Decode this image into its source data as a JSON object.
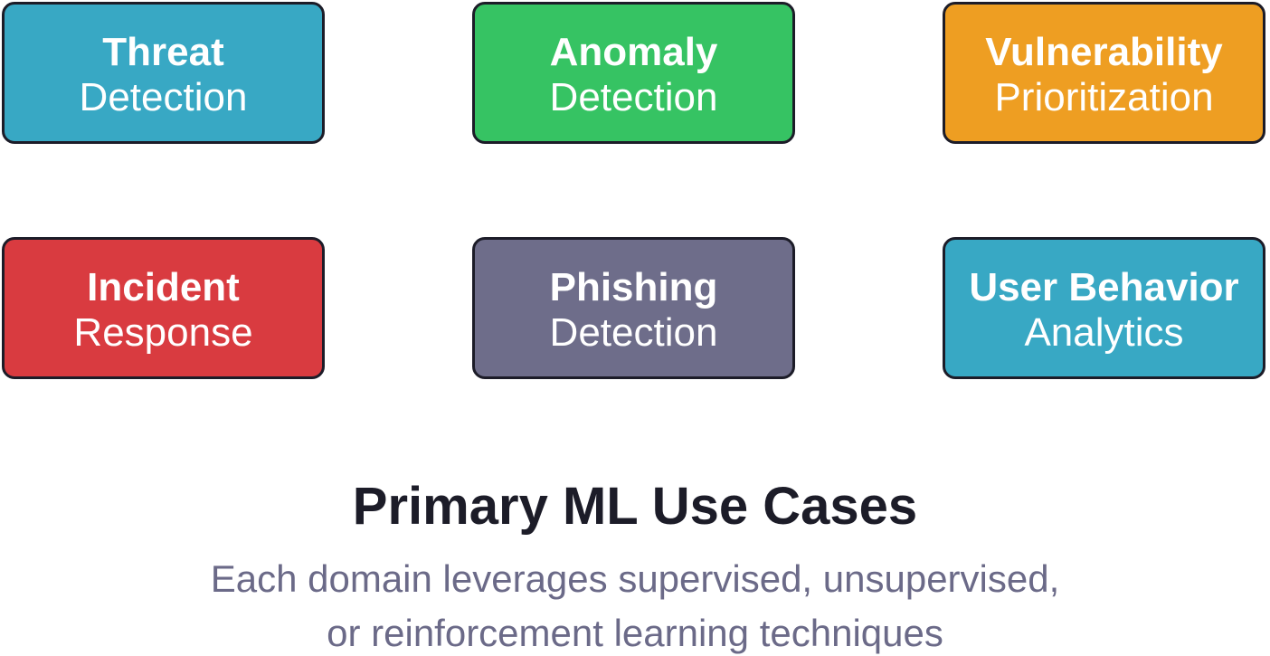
{
  "cards": [
    {
      "line1": "Threat",
      "line2": "Detection",
      "color": "#38a8c4"
    },
    {
      "line1": "Anomaly",
      "line2": "Detection",
      "color": "#36c363"
    },
    {
      "line1": "Vulnerability",
      "line2": "Prioritization",
      "color": "#ee9e22"
    },
    {
      "line1": "Incident",
      "line2": "Response",
      "color": "#d93b40"
    },
    {
      "line1": "Phishing",
      "line2": "Detection",
      "color": "#6e6d8a"
    },
    {
      "line1": "User Behavior",
      "line2": "Analytics",
      "color": "#38a8c4"
    }
  ],
  "title": "Primary ML Use Cases",
  "subtitle": {
    "line1": "Each domain leverages supervised, unsupervised,",
    "line2": "or reinforcement learning techniques"
  }
}
